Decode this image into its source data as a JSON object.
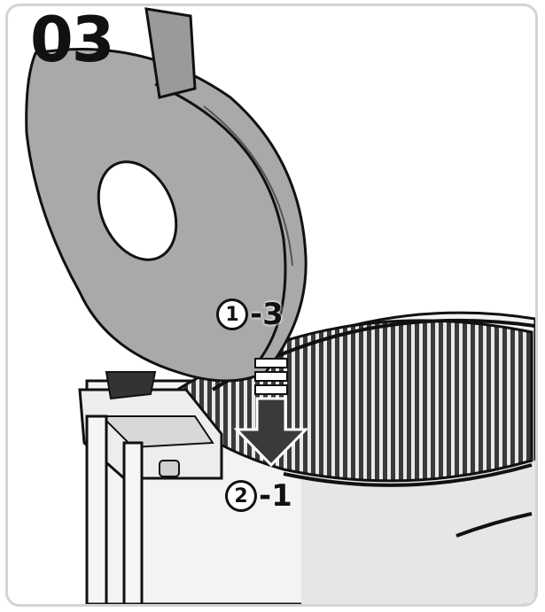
{
  "step": {
    "number": "03"
  },
  "callouts": [
    {
      "circle": "1",
      "suffix": "-3"
    },
    {
      "circle": "2",
      "suffix": "-1"
    }
  ],
  "colors": {
    "outline": "#111111",
    "lid_gray": "#a9a9a9",
    "filter_dark": "#3a3a3a",
    "body_light": "#f3f3f3"
  }
}
